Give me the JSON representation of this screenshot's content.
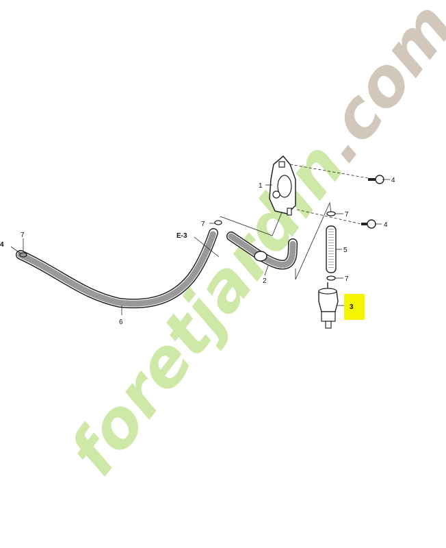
{
  "diagram": {
    "callouts": {
      "c1": "1",
      "c2": "2",
      "c3": "3",
      "c4a": "4",
      "c4b": "4",
      "c4c": "4",
      "c5": "5",
      "c6": "6",
      "c7a": "7",
      "c7b": "7",
      "c7c": "7",
      "c7d": "7",
      "ref": "E-3"
    },
    "highlight_color": "#f5f500"
  },
  "watermark": {
    "part1": "foret",
    "part2": "jardin",
    "part3": ".com",
    "colors": {
      "green": "#c6e59a",
      "orange": "#f7c88e",
      "gray": "#c9bfb0"
    }
  }
}
